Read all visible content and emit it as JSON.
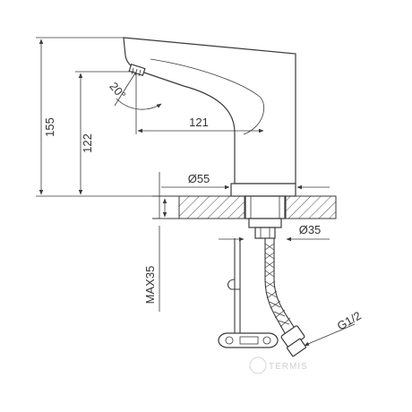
{
  "dimensions": {
    "total_height": "155",
    "spout_height": "122",
    "reach": "121",
    "base_diameter": "Ø55",
    "mount_hole_diameter": "Ø35",
    "max_thickness": "MAX35",
    "connection_thread": "G1/2",
    "spout_angle": "20°"
  },
  "watermark": {
    "brand": "TERMIS"
  },
  "colors": {
    "line": "#3a3a3a",
    "text": "#333333",
    "background": "#ffffff",
    "watermark": "#cfcfcf"
  }
}
